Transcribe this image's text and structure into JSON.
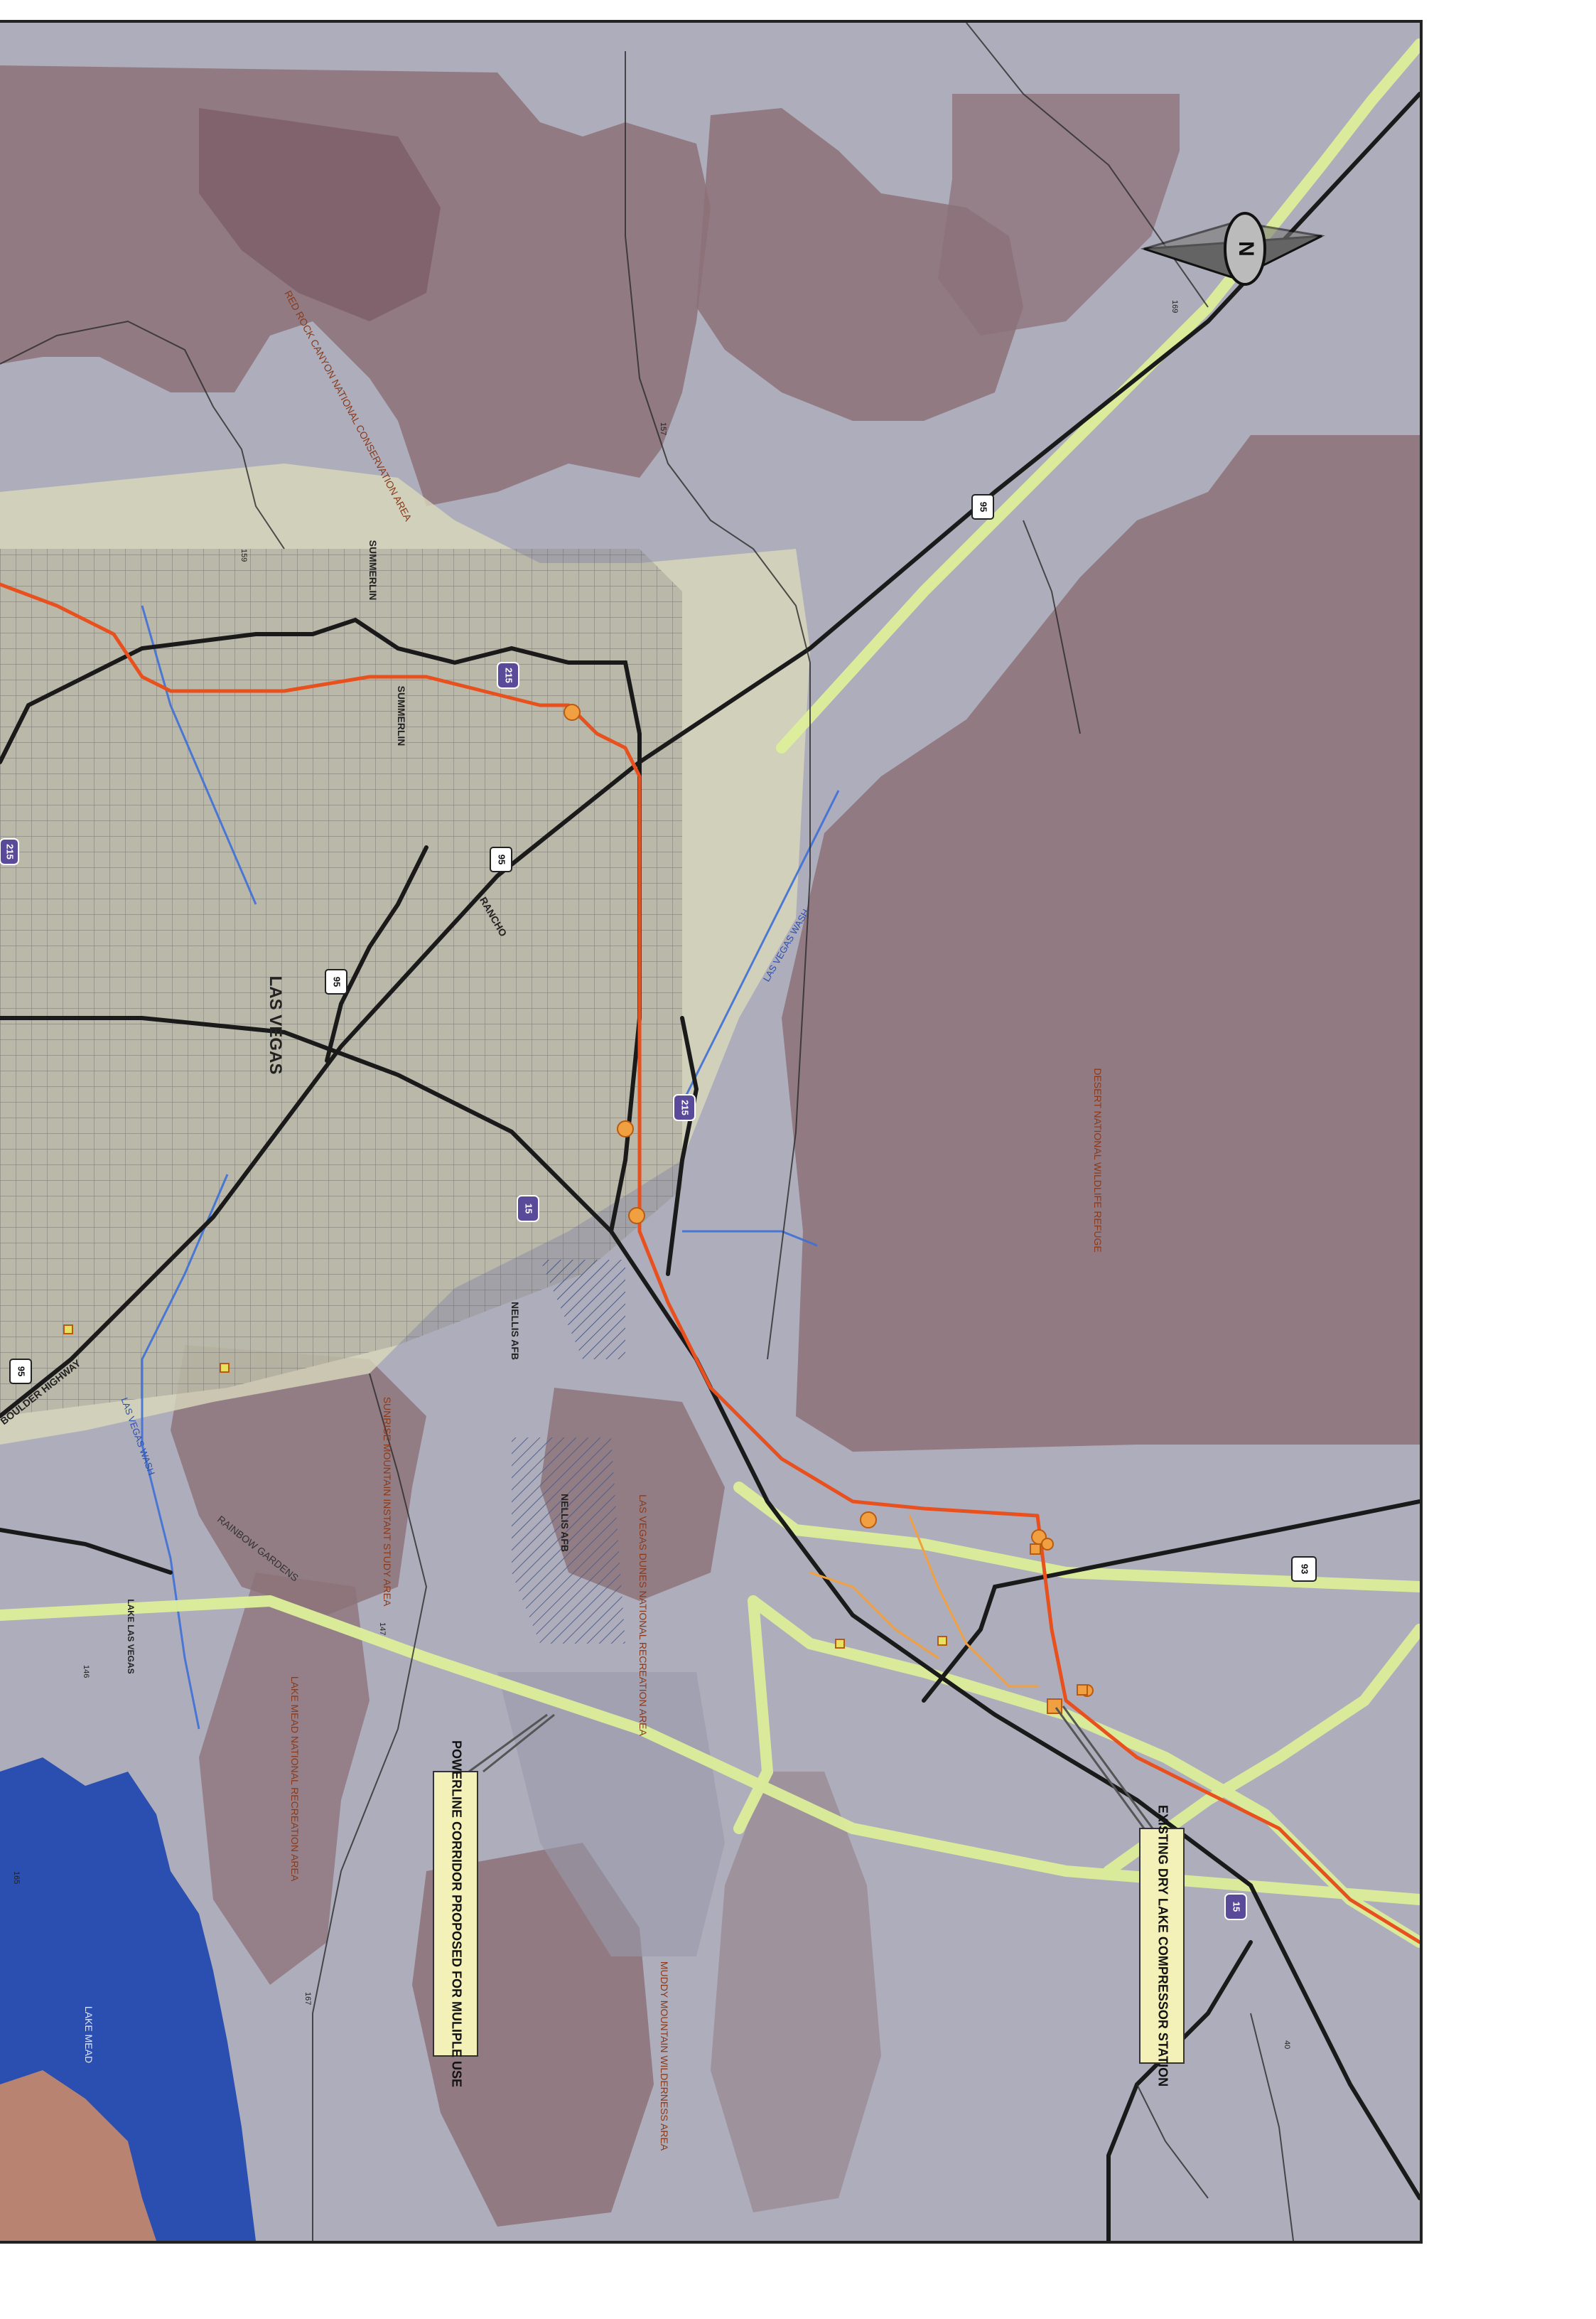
{
  "map": {
    "labels": {
      "red_rock": "RED ROCK CANYON NATIONAL CONSERVATION AREA",
      "summerlin": "SUMMERLIN",
      "summerlin_2": "SUMMERLIN",
      "las_vegas": "LAS VEGAS",
      "rancho": "RANCHO",
      "las_vegas_wash": "LAS VEGAS WASH",
      "las_vegas_wash_2": "LAS VEGAS WASH",
      "desert_refuge": "DESERT NATIONAL WILDLIFE REFUGE",
      "nellis_afb": "NELLIS AFB",
      "nellis_afb_2": "NELLIS AFB",
      "boulder_highway": "BOULDER HIGHWAY",
      "sunrise_mountain": "SUNRISE MOUNTAIN INSTANT STUDY AREA",
      "rainbow_gardens": "RAINBOW GARDENS",
      "lv_dunes": "LAS VEGAS DUNES NATIONAL RECREATION AREA",
      "lake_las_vegas": "LAKE LAS VEGAS",
      "lake_mead_nra": "LAKE MEAD NATIONAL RECREATION AREA",
      "lake_mead": "LAKE MEAD",
      "muddy_mountain": "MUDDY MOUNTAIN WILDERNESS AREA"
    },
    "callouts": {
      "powerline": "POWERLINE CORRIDOR PROPOSED FOR MULIPLE USE",
      "dry_lake": "EXISTING DRY LAKE COMPRESSOR STATION"
    },
    "shields": {
      "i215_a": "215",
      "i215_b": "215",
      "i215_c": "215",
      "i15_a": "15",
      "i15_b": "15",
      "us95_a": "95",
      "us95_b": "95",
      "us95_c": "95",
      "us95_d": "95",
      "us93": "93"
    },
    "route_numbers": {
      "r169": "169",
      "r159": "159",
      "r157": "157",
      "r147": "147",
      "r146": "146",
      "r167": "167",
      "r165": "165",
      "r40": "40"
    },
    "north_arrow": "N",
    "colors": {
      "pipeline": "#e8501e",
      "corridor": "#dcef9a",
      "facility": "#f0a040",
      "interstate": "#5a4a9a",
      "water": "#2a4fb0"
    }
  }
}
